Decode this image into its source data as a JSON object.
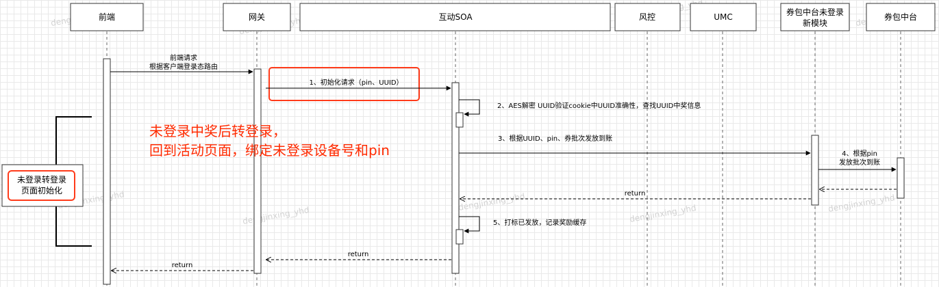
{
  "participants": [
    {
      "id": "frontend",
      "label": "前端"
    },
    {
      "id": "gateway",
      "label": "网关"
    },
    {
      "id": "soa",
      "label": "互动SOA"
    },
    {
      "id": "risk",
      "label": "风控"
    },
    {
      "id": "umc",
      "label": "UMC"
    },
    {
      "id": "newmod_line1",
      "label": "券包中台未登录"
    },
    {
      "id": "newmod_line2",
      "label": "新模块"
    },
    {
      "id": "coupon",
      "label": "券包中台"
    }
  ],
  "messages": {
    "m0_line1": "前端请求",
    "m0_line2": "根据客户端登录态路由",
    "m1": "1、初始化请求（pin、UUID）",
    "m2": "2、AES解密 UUID验证cookie中UUID准确性，查找UUID中奖信息",
    "m3": "3、根据UUID、pin、券批次发放到账",
    "m4_line1": "4、根据pin",
    "m4_line2": "发放批次到账",
    "ret_coupon": "",
    "ret_newmod": "return",
    "m5": "5、打标已发放，记录奖励缓存",
    "ret_soa": "return",
    "ret_gateway": "return"
  },
  "annotation": {
    "line1": "未登录中奖后转登录，",
    "line2": "回到活动页面，绑定未登录设备号和pin"
  },
  "side_box": {
    "line1": "未登录转登录",
    "line2": "页面初始化"
  },
  "watermark": "dengjinxing_yhd",
  "colors": {
    "highlight": "#ff3b1a",
    "annotation_text": "#ff2a00",
    "grid": "#e9e9e9"
  }
}
